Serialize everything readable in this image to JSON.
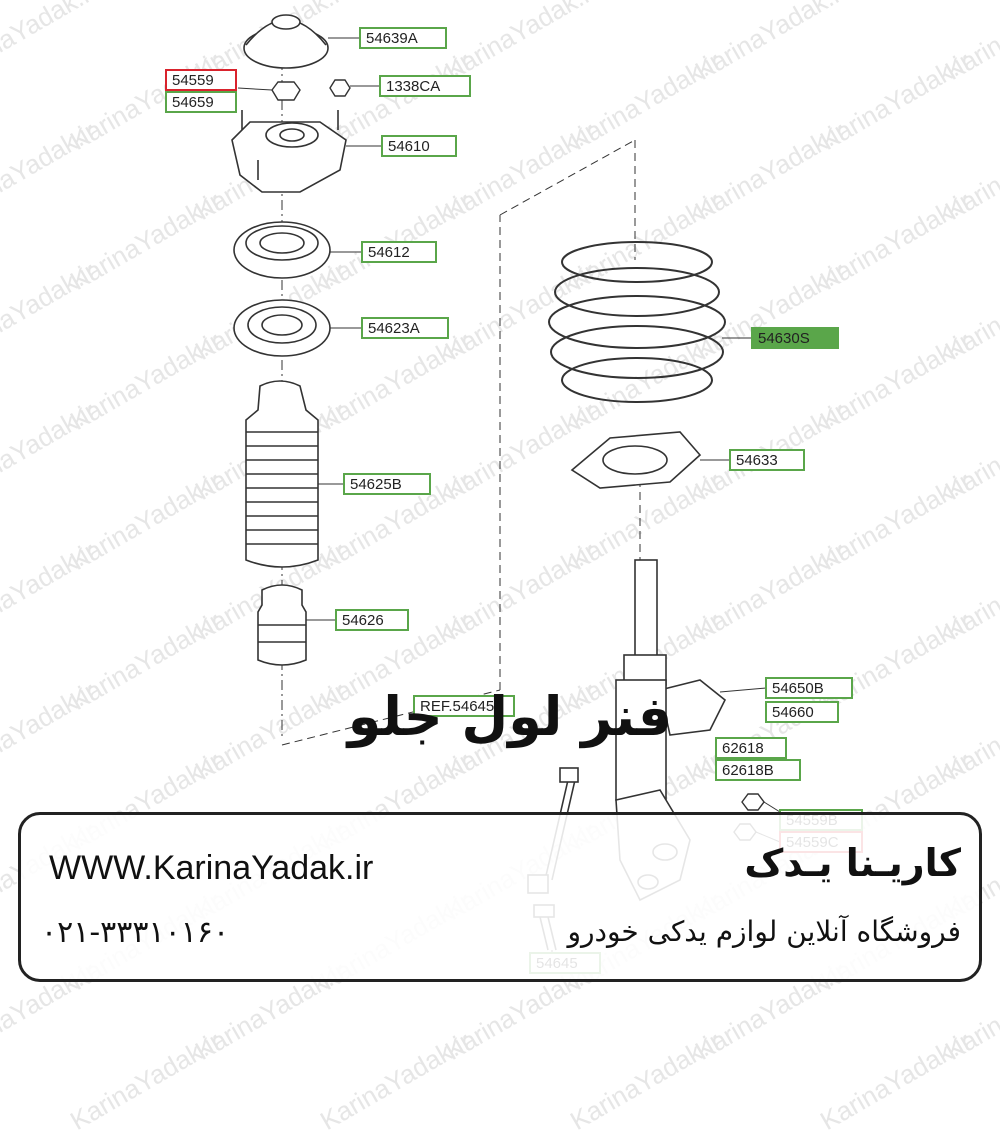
{
  "watermark": "KarinaYadak.ir",
  "parts": [
    {
      "id": "54639A",
      "name": "label-54639A",
      "highlight": "normal"
    },
    {
      "id": "54559",
      "name": "label-54559",
      "highlight": "red"
    },
    {
      "id": "54659",
      "name": "label-54659",
      "highlight": "normal"
    },
    {
      "id": "1338CA",
      "name": "label-1338CA",
      "highlight": "normal"
    },
    {
      "id": "54610",
      "name": "label-54610",
      "highlight": "normal"
    },
    {
      "id": "54612",
      "name": "label-54612",
      "highlight": "normal"
    },
    {
      "id": "54623A",
      "name": "label-54623A",
      "highlight": "normal"
    },
    {
      "id": "54625B",
      "name": "label-54625B",
      "highlight": "normal"
    },
    {
      "id": "54626",
      "name": "label-54626",
      "highlight": "normal"
    },
    {
      "id": "54630S",
      "name": "label-54630S",
      "highlight": "filled"
    },
    {
      "id": "54633",
      "name": "label-54633",
      "highlight": "normal"
    },
    {
      "id": "REF.54645",
      "name": "label-ref-54645",
      "highlight": "normal"
    },
    {
      "id": "54650B",
      "name": "label-54650B",
      "highlight": "normal"
    },
    {
      "id": "54660",
      "name": "label-54660",
      "highlight": "normal"
    },
    {
      "id": "62618",
      "name": "label-62618",
      "highlight": "normal"
    },
    {
      "id": "62618B",
      "name": "label-62618B",
      "highlight": "normal"
    },
    {
      "id": "54559B",
      "name": "label-54559B",
      "highlight": "normal"
    },
    {
      "id": "54559C",
      "name": "label-54559C",
      "highlight": "red"
    },
    {
      "id": "54645",
      "name": "label-54645",
      "highlight": "normal"
    }
  ],
  "title": "فنر لول جلو",
  "banner": {
    "url": "WWW.KarinaYadak.ir",
    "phone": "۰۲۱-۳۳۳۱۰۱۶۰",
    "brand": "کاریـنا یـدک",
    "tagline": "فروشگاه آنلاین لوازم یدکی خودرو"
  },
  "colors": {
    "label_border": "#5aa64a",
    "label_filled": "#5aa64a",
    "label_red": "#d9232d",
    "line": "#333333",
    "watermark": "#e6e6e6"
  }
}
